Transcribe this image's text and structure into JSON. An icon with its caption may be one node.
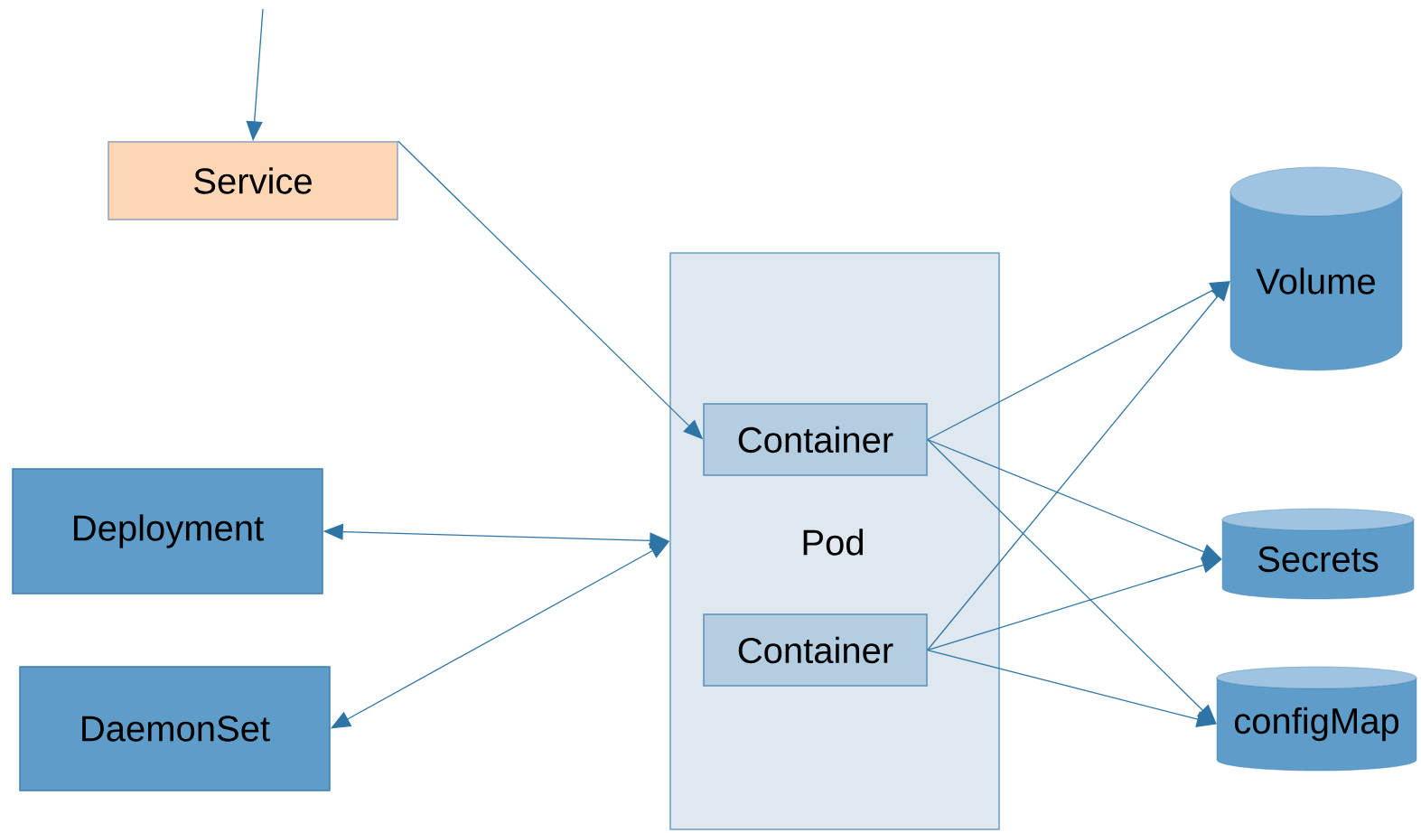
{
  "diagram": {
    "nodes": [
      {
        "text": [
          "Service"
        ]
      },
      {
        "text": [
          "Pod"
        ]
      },
      {
        "text": [
          "Container"
        ],
        "in": 1
      },
      {
        "text": [
          "Container"
        ],
        "in": 1
      },
      {
        "text": [
          "Deployment"
        ]
      },
      {
        "text": [
          "DaemonSet"
        ]
      },
      {
        "text": [
          "Volume"
        ]
      },
      {
        "text": [
          "Secrets"
        ]
      },
      {
        "text": [
          "configMap"
        ]
      }
    ],
    "edges": [
      {
        "from": null,
        "to": 0,
        "arrow": "to"
      },
      {
        "from": 0,
        "to": 2,
        "arrow": "to"
      },
      {
        "from": 4,
        "to": 1,
        "arrow": "both"
      },
      {
        "from": 5,
        "to": 1,
        "arrow": "both"
      },
      {
        "from": 2,
        "to": 6,
        "arrow": "to"
      },
      {
        "from": 2,
        "to": 7,
        "arrow": "to"
      },
      {
        "from": 2,
        "to": 8,
        "arrow": "to"
      },
      {
        "from": 3,
        "to": 6,
        "arrow": "to"
      },
      {
        "from": 3,
        "to": 7,
        "arrow": "to"
      },
      {
        "from": 3,
        "to": 8,
        "arrow": "to"
      }
    ]
  }
}
